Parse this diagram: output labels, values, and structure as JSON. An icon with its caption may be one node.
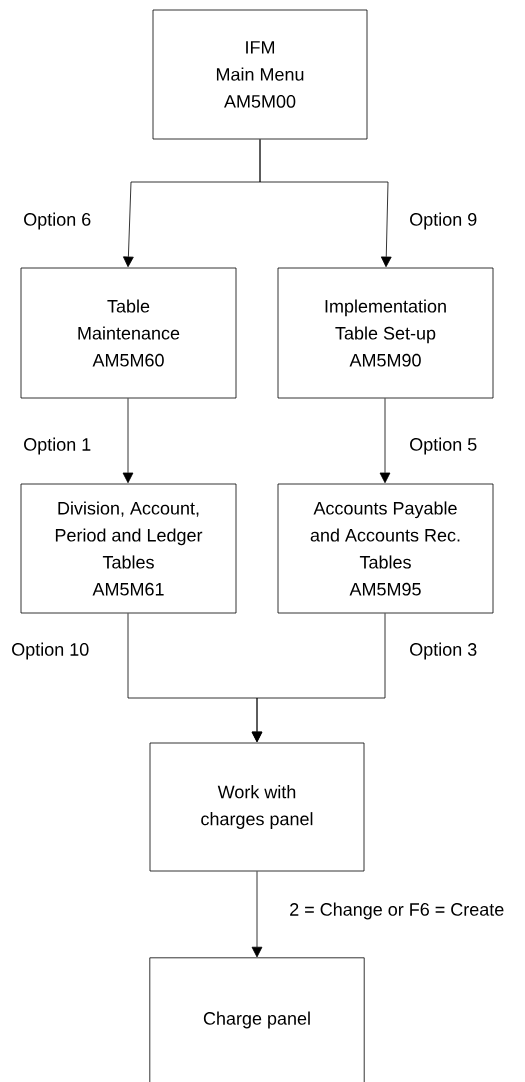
{
  "diagram": {
    "nodes": [
      {
        "text": [
          "IFM",
          "Main Menu",
          "AM5M00"
        ]
      },
      {
        "text": [
          "Table Maintenance",
          "AM5M60"
        ]
      },
      {
        "text": [
          "Implementation Table Set-up",
          "AM5M90"
        ]
      },
      {
        "text": [
          "Division, Account, Period and Ledger Tables",
          "AM5M61"
        ]
      },
      {
        "text": [
          "Accounts Payable and Accounts Rec. Tables",
          "AM5M95"
        ]
      },
      {
        "text": [
          "Work with charges panel"
        ]
      },
      {
        "text": [
          "Charge panel"
        ]
      }
    ],
    "edges": [
      {
        "from": 0,
        "to": 1,
        "arrow": "to",
        "label": "Option 6"
      },
      {
        "from": 0,
        "to": 2,
        "arrow": "to",
        "label": "Option 9"
      },
      {
        "from": 1,
        "to": 3,
        "arrow": "to",
        "label": "Option 1"
      },
      {
        "from": 2,
        "to": 4,
        "arrow": "to",
        "label": "Option 5"
      },
      {
        "from": 3,
        "to": 5,
        "arrow": "to",
        "label": "Option 10"
      },
      {
        "from": 4,
        "to": 5,
        "arrow": "to",
        "label": "Option 3"
      },
      {
        "from": 5,
        "to": 6,
        "arrow": "to",
        "label": "2 = Change or F6 = Create"
      }
    ]
  }
}
